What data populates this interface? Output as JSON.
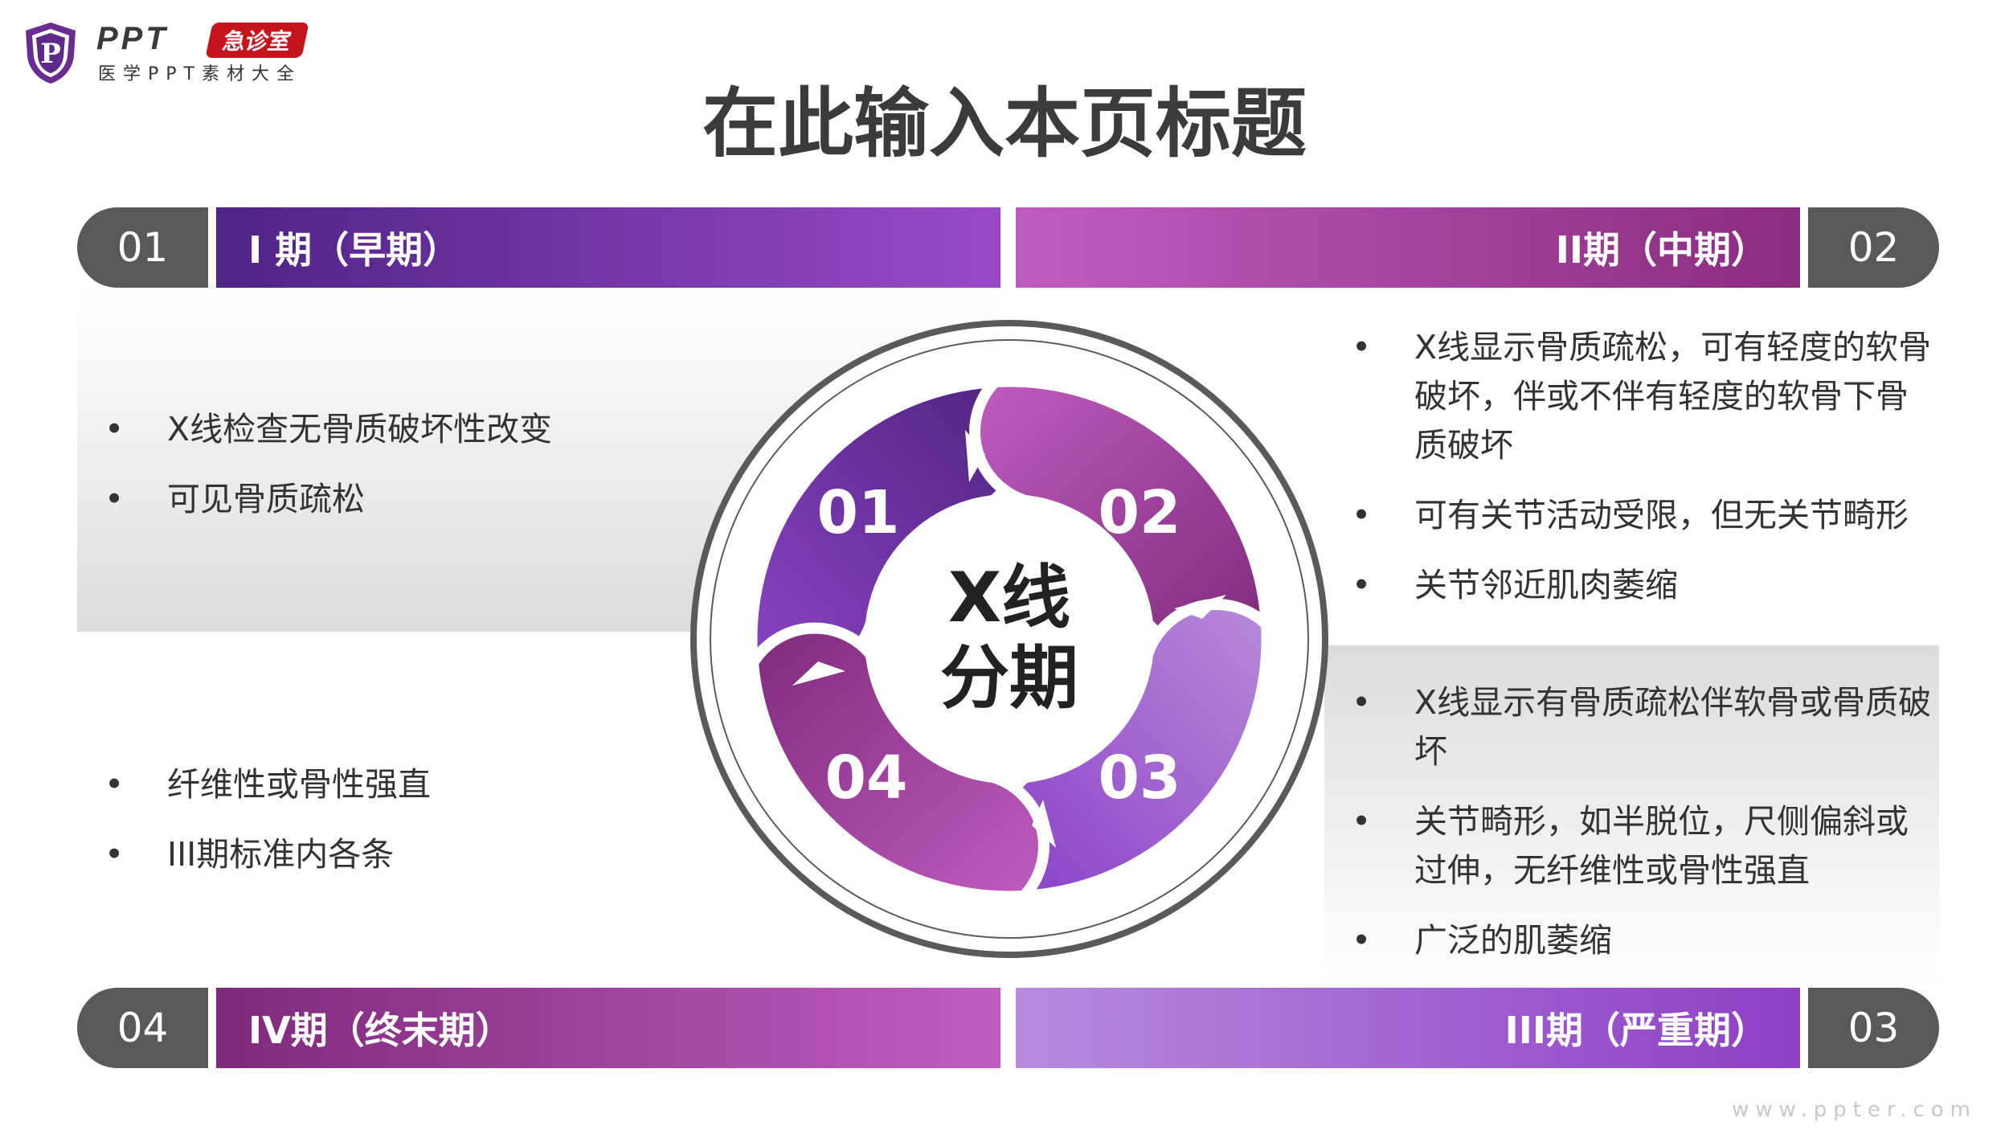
{
  "logo": {
    "brand": "PPT",
    "badge": "急诊室",
    "subtitle": "医学PPT素材大全",
    "icon": "shield-p-icon"
  },
  "title": "在此输入本页标题",
  "stages": [
    {
      "num": "01",
      "label": "I 期（早期）",
      "bullets": [
        "X线检查无骨质破坏性改变",
        "可见骨质疏松"
      ]
    },
    {
      "num": "02",
      "label": "II期（中期）",
      "bullets": [
        "X线显示骨质疏松，可有轻度的软骨破坏，伴或不伴有轻度的软骨下骨质破坏",
        "可有关节活动受限，但无关节畸形",
        "关节邻近肌肉萎缩"
      ]
    },
    {
      "num": "03",
      "label": "III期（严重期）",
      "bullets": [
        "X线显示有骨质疏松伴软骨或骨质破坏",
        "关节畸形，如半脱位，尺侧偏斜或过伸，无纤维性或骨性强直",
        "广泛的肌萎缩"
      ]
    },
    {
      "num": "04",
      "label": "IV期（终末期）",
      "bullets": [
        "纤维性或骨性强直",
        "III期标准内各条"
      ]
    }
  ],
  "center": {
    "line1": "X线",
    "line2": "分期"
  },
  "watermark": "www.ppter.com",
  "colors": {
    "dark_purple": "#5a2583",
    "magenta": "#b451b0",
    "violet": "#9047c8",
    "plum": "#8a2e7a",
    "gray": "#595959"
  }
}
